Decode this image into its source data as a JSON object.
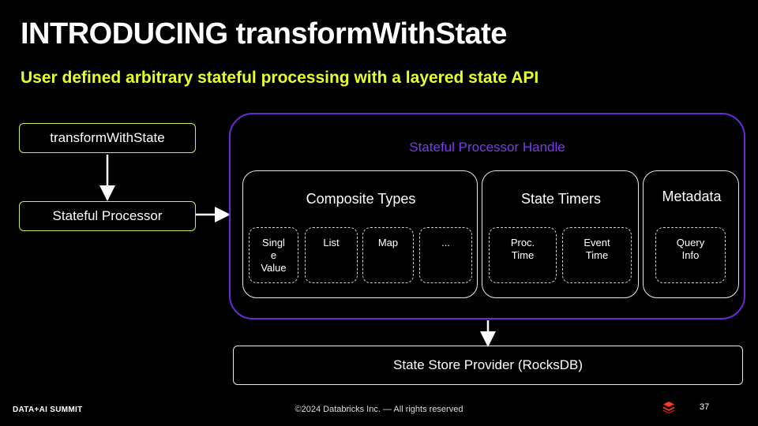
{
  "slide": {
    "title": "INTRODUCING transformWithState",
    "subtitle": "User defined arbitrary stateful processing with a layered state API"
  },
  "diagram": {
    "transform_box": "transformWithState",
    "processor_box": "Stateful Processor",
    "handle_label": "Stateful Processor Handle",
    "groups": [
      {
        "label": "Composite Types",
        "items": [
          "Singl\ne\nValue",
          "List",
          "Map",
          "..."
        ]
      },
      {
        "label": "State Timers",
        "items": [
          "Proc.\nTime",
          "Event\nTime"
        ]
      },
      {
        "label": "Metadata",
        "items": [
          "Query\nInfo"
        ]
      }
    ],
    "store_box": "State Store Provider (RocksDB)"
  },
  "footer": {
    "brand": "DATA+AI SUMMIT",
    "copyright": "©2024 Databricks Inc. — All rights reserved",
    "page_number": "37",
    "logo_icon": "databricks-logo-icon",
    "logo_color": "#ff3621"
  },
  "colors": {
    "subtitle": "#e7ff2a",
    "yellow_border": "#d4e85a",
    "handle_purple": "#7b3cf0"
  }
}
